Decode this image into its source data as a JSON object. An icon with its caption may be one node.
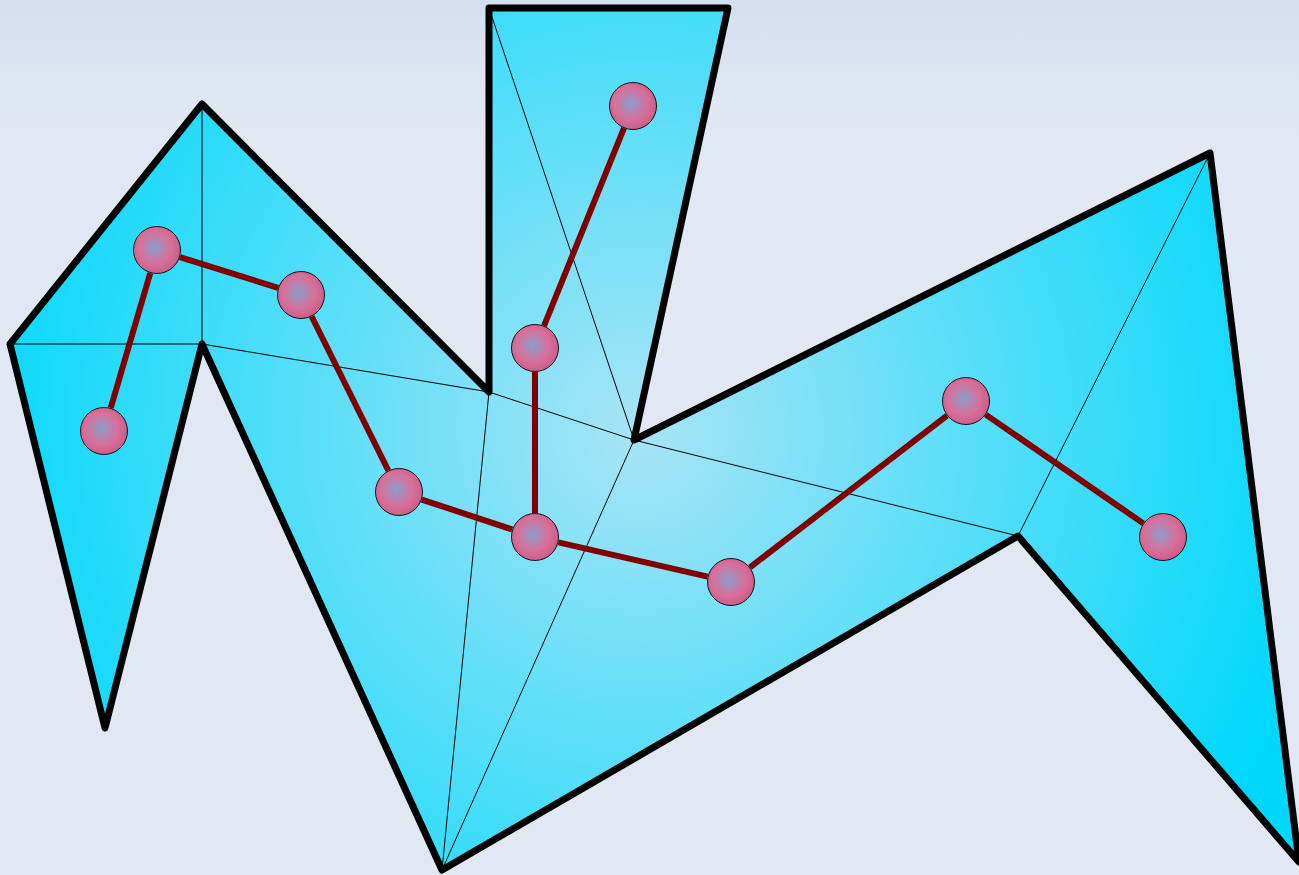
{
  "diagram": {
    "nodes": [
      {
        "text": [],
        "shape": "circle"
      },
      {
        "text": [],
        "shape": "circle"
      },
      {
        "text": [],
        "shape": "circle"
      },
      {
        "text": [],
        "shape": "circle"
      },
      {
        "text": [],
        "shape": "circle"
      },
      {
        "text": [],
        "shape": "circle"
      },
      {
        "text": [],
        "shape": "circle"
      },
      {
        "text": [],
        "shape": "circle"
      },
      {
        "text": [],
        "shape": "circle"
      },
      {
        "text": [],
        "shape": "circle"
      }
    ],
    "edges": [
      {
        "from": 0,
        "to": 1,
        "arrow": "none"
      },
      {
        "from": 1,
        "to": 2,
        "arrow": "none"
      },
      {
        "from": 2,
        "to": 3,
        "arrow": "none"
      },
      {
        "from": 3,
        "to": 5,
        "arrow": "none"
      },
      {
        "from": 4,
        "to": 5,
        "arrow": "none"
      },
      {
        "from": 4,
        "to": 6,
        "arrow": "none"
      },
      {
        "from": 5,
        "to": 7,
        "arrow": "none"
      },
      {
        "from": 7,
        "to": 8,
        "arrow": "none"
      },
      {
        "from": 8,
        "to": 9,
        "arrow": "none"
      }
    ]
  }
}
